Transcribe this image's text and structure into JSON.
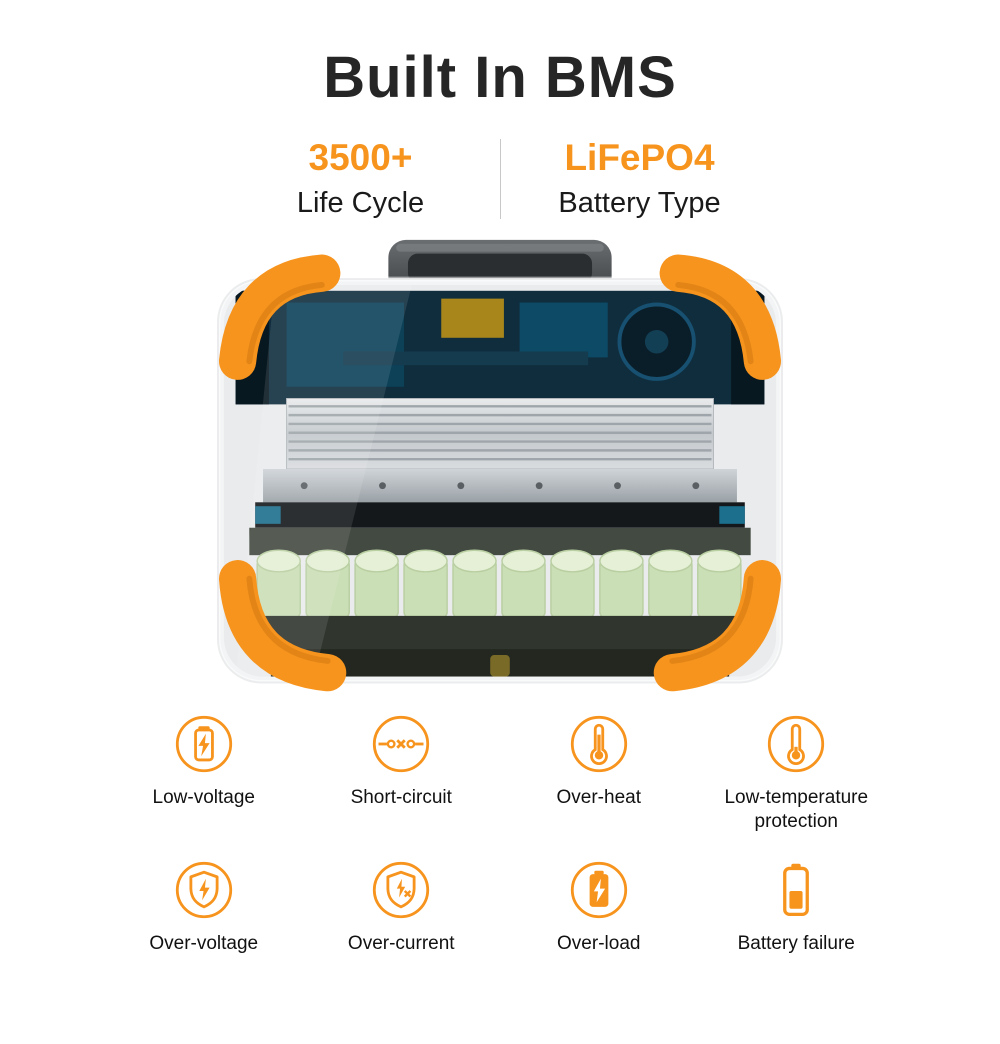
{
  "header": {
    "title": "Built In BMS"
  },
  "stats": {
    "left": {
      "value": "3500+",
      "label": "Life Cycle"
    },
    "right": {
      "value": "LiFePO4",
      "label": "Battery Type"
    }
  },
  "product": {
    "name": "portable power station cutaway showing BMS, heatsink and LiFePO4 battery cells"
  },
  "colors": {
    "accent": "#F7941E",
    "title": "#262626",
    "text": "#111111"
  },
  "features": {
    "row1": [
      {
        "icon": "battery-bolt-icon",
        "label": "Low-voltage"
      },
      {
        "icon": "short-circuit-icon",
        "label": "Short-circuit"
      },
      {
        "icon": "thermometer-high-icon",
        "label": "Over-heat"
      },
      {
        "icon": "thermometer-low-icon",
        "label": "Low-temperature protection"
      }
    ],
    "row2": [
      {
        "icon": "shield-bolt-icon",
        "label": "Over-voltage"
      },
      {
        "icon": "shield-cross-icon",
        "label": "Over-current"
      },
      {
        "icon": "battery-charge-icon",
        "label": "Over-load"
      },
      {
        "icon": "battery-fail-icon",
        "label": "Battery failure"
      }
    ]
  }
}
